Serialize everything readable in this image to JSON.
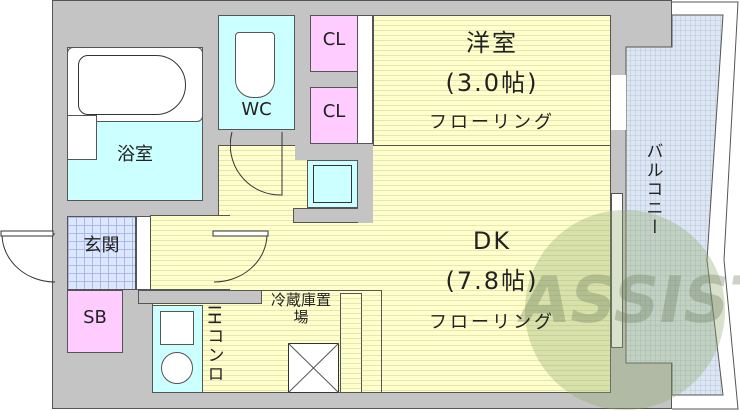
{
  "colors": {
    "wall": "#c4c4c4",
    "flooring": "#ffffcc",
    "wet_area": "#ccffff",
    "storage": "#ffccff",
    "tile": "#dde6ff",
    "watermark": "#8fa86a"
  },
  "rooms": {
    "western": {
      "name": "洋室",
      "size": "(3.0帖)",
      "floor": "フローリング"
    },
    "dk": {
      "name": "DK",
      "size": "(7.8帖)",
      "floor": "フローリング"
    },
    "closet1": "CL",
    "closet2": "CL",
    "wc": "WC",
    "bath": "浴室",
    "entrance": "玄関",
    "shoebox": "SB",
    "fridge": "冷蔵庫置場",
    "stove": "IHコンロ",
    "balcony": "バルコニー"
  },
  "watermark": "ASSIST"
}
